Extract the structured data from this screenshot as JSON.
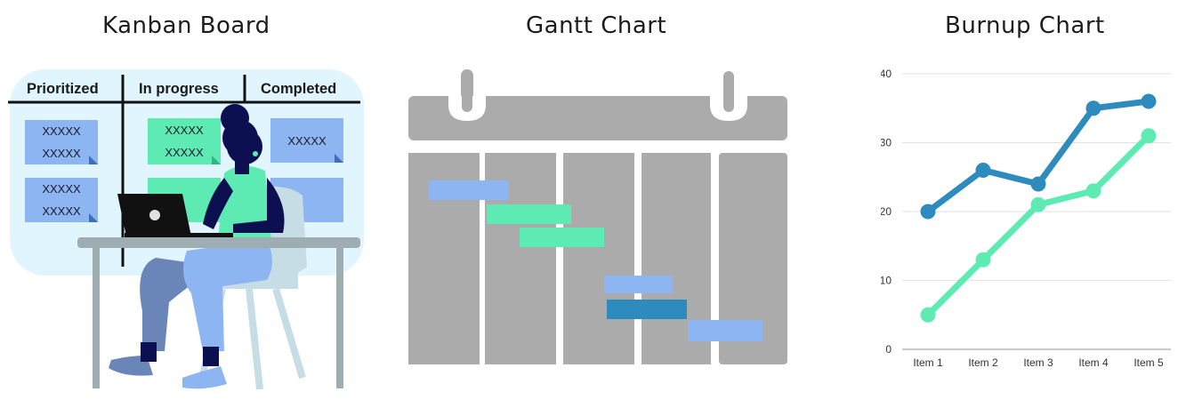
{
  "kanban": {
    "title": "Kanban Board",
    "columns": [
      "Prioritized",
      "In progress",
      "Completed"
    ],
    "notes": [
      {
        "column": "Prioritized",
        "lines": [
          "XXXXX",
          "XXXXX"
        ],
        "color": "#8db5f1"
      },
      {
        "column": "Prioritized",
        "lines": [
          "XXXXX",
          "XXXXX"
        ],
        "color": "#8db5f1"
      },
      {
        "column": "In progress",
        "lines": [
          "XXXXX",
          "XXXXX"
        ],
        "color": "#5eeab3"
      },
      {
        "column": "Completed",
        "lines": [
          "XXXXX"
        ],
        "color": "#8db5f1"
      }
    ],
    "board_color": "#e0f5fd"
  },
  "gantt": {
    "title": "Gantt Chart",
    "bar_colors": {
      "light_blue": "#8db5f1",
      "green": "#5eeab3",
      "dark_blue": "#2e8bbd"
    },
    "calendar_color": "#ababab"
  },
  "burnup": {
    "title": "Burnup Chart"
  },
  "chart_data": {
    "type": "line",
    "title": "Burnup Chart",
    "categories": [
      "Item 1",
      "Item 2",
      "Item 3",
      "Item 4",
      "Item 5"
    ],
    "series": [
      {
        "values": [
          20,
          26,
          24,
          35,
          36
        ],
        "color": "#2e8bbd"
      },
      {
        "values": [
          5,
          13,
          21,
          23,
          31
        ],
        "color": "#5eeab3"
      }
    ],
    "ylim": [
      0,
      40
    ],
    "yticks": [
      0,
      10,
      20,
      30,
      40
    ],
    "grid": true,
    "xlabel": "",
    "ylabel": ""
  }
}
